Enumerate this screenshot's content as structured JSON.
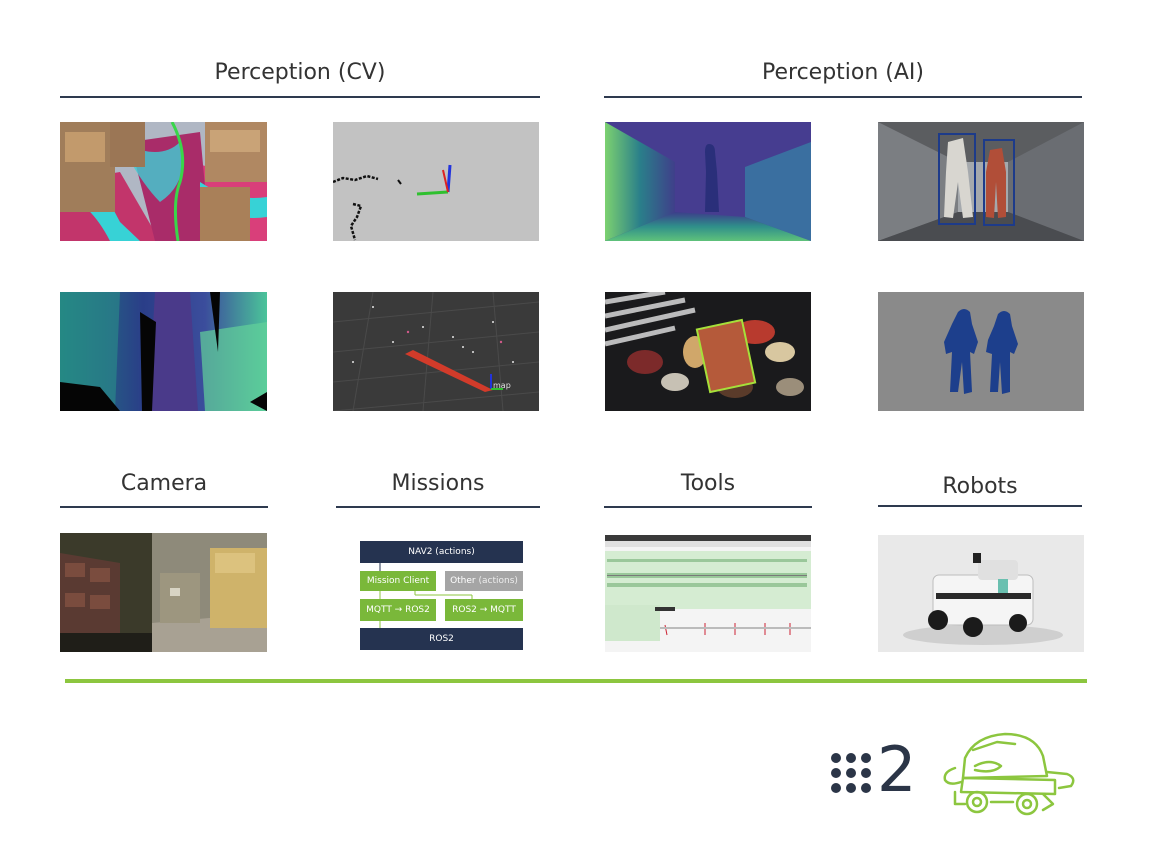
{
  "sections": {
    "perception_cv": {
      "title": "Perception (CV)"
    },
    "perception_ai": {
      "title": "Perception (AI)"
    },
    "camera": {
      "title": "Camera"
    },
    "missions": {
      "title": "Missions"
    },
    "tools": {
      "title": "Tools"
    },
    "robots": {
      "title": "Robots"
    }
  },
  "missions_diagram": {
    "nav2": "NAV2 (actions)",
    "mission_client": "Mission Client",
    "other": "Other",
    "other_suffix": "(actions)",
    "mqtt_ros2": "MQTT → ROS2",
    "ros2_mqtt": "ROS2 → MQTT",
    "ros2": "ROS2"
  },
  "map_label": "map",
  "logo": {
    "number": "2"
  },
  "colors": {
    "title_text": "#333333",
    "rule": "#2e3a4f",
    "accent_green": "#8cc63f",
    "navy": "#2b3547"
  }
}
